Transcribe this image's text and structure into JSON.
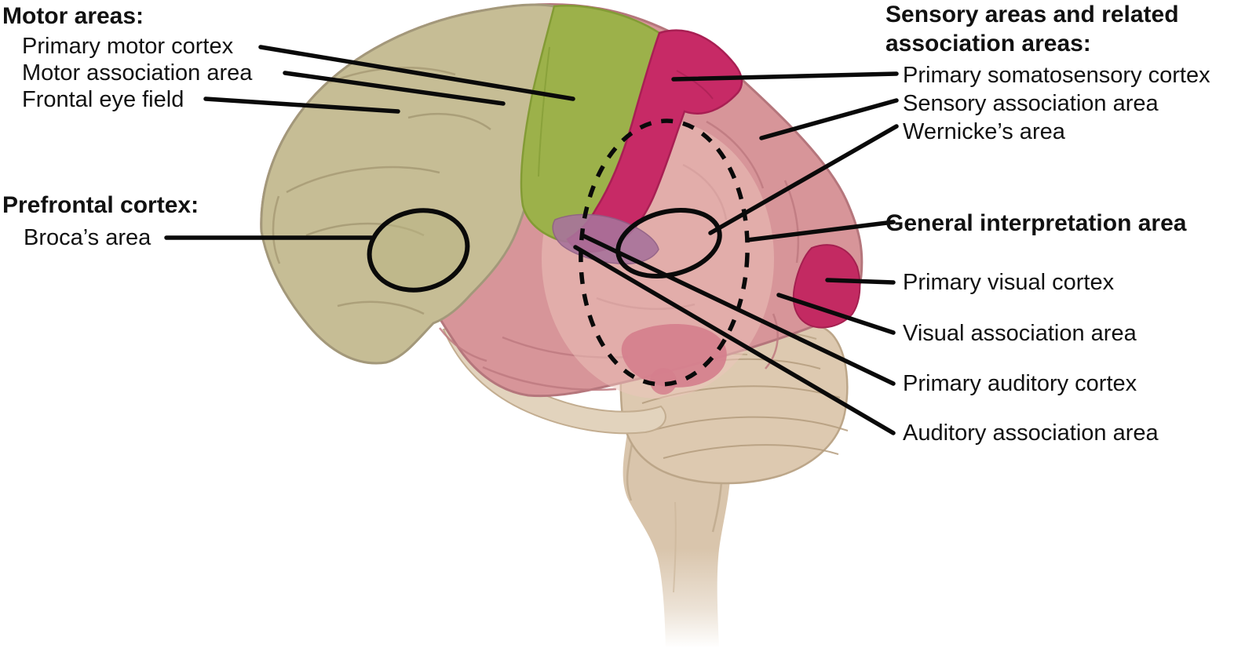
{
  "figure": {
    "type": "brain-lateral-view-functional-areas",
    "labels": {
      "motor_heading": "Motor areas:",
      "primary_motor": "Primary motor cortex",
      "motor_association": "Motor association area",
      "frontal_eye_field": "Frontal eye field",
      "prefrontal_heading": "Prefrontal cortex:",
      "broca": "Broca’s area",
      "sensory_heading": "Sensory areas and related association areas:",
      "primary_somatosensory": "Primary somatosensory cortex",
      "sensory_association": "Sensory association area",
      "wernicke": "Wernicke’s area",
      "general_interpretation": "General interpretation area",
      "primary_visual": "Primary visual cortex",
      "visual_association": "Visual association area",
      "primary_auditory": "Primary auditory cortex",
      "auditory_association": "Auditory association area"
    },
    "colors": {
      "frontal_khaki": "#c6bd95",
      "broca_olive": "#b9b583",
      "motor_green": "#9cb14a",
      "somatosensory_crimson": "#c72a66",
      "sensory_pink": "#d79599",
      "interpretation_overlay": "#eec6bc",
      "visual_magenta": "#c32a62",
      "auditory_purple": "#a8739b",
      "auditory_association_rose": "#d57f8d",
      "hindbrain_tan": "#ddc9b0",
      "medial_temporal_tan": "#e2d3bd",
      "leader_line": "#0a0a0a"
    }
  }
}
